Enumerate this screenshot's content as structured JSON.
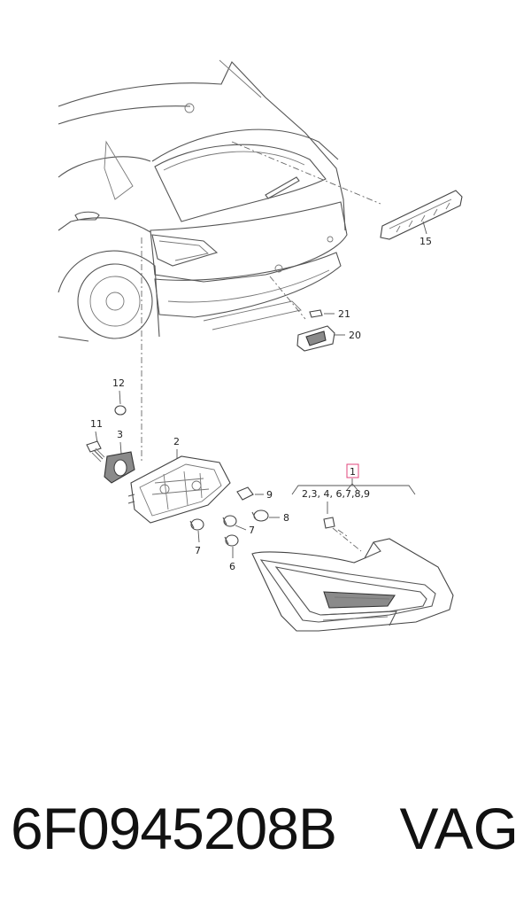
{
  "callouts": {
    "c1": "1",
    "c1_contents": "2,3, 4, 6,7,8,9",
    "c2": "2",
    "c3": "3",
    "c6": "6",
    "c7a": "7",
    "c7b": "7",
    "c8": "8",
    "c9": "9",
    "c11": "11",
    "c12": "12",
    "c15": "15",
    "c20": "20",
    "c21": "21"
  },
  "footer": {
    "part_number": "6F0945208B",
    "brand": "VAG"
  },
  "colors": {
    "callout_highlight": "#e0457b",
    "line": "#555555",
    "text": "#111111"
  }
}
